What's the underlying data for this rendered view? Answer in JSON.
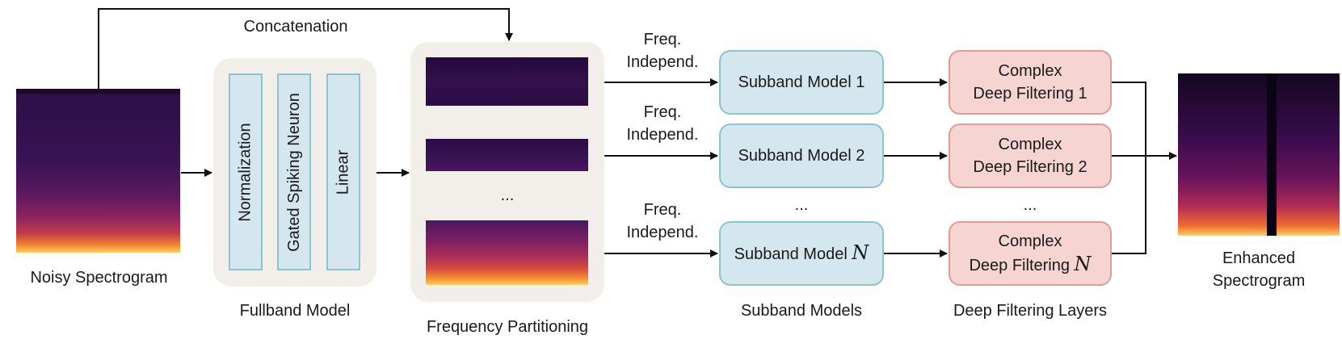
{
  "labels": {
    "concatenation": "Concatenation",
    "noisy": "Noisy Spectrogram",
    "fullband": "Fullband Model",
    "freq_partition": "Frequency Partitioning",
    "subband_models": "Subband Models",
    "deep_filtering_layers": "Deep Filtering Layers",
    "enhanced_1": "Enhanced",
    "enhanced_2": "Spectrogram",
    "freq_1": "Freq.",
    "freq_2": "Independ.",
    "ellipsis": "..."
  },
  "fullband_layers": [
    "Normalization",
    "Gated Spiking Neuron",
    "Linear"
  ],
  "subbands": [
    {
      "text": "Subband Model 1",
      "var": ""
    },
    {
      "text": "Subband Model 2",
      "var": ""
    },
    {
      "text": "Subband Model ",
      "var": "N"
    }
  ],
  "filters": [
    {
      "line1": "Complex",
      "line2": "Deep Filtering 1",
      "var": ""
    },
    {
      "line1": "Complex",
      "line2": "Deep Filtering 2",
      "var": ""
    },
    {
      "line1": "Complex",
      "line2": "Deep Filtering ",
      "var": "N"
    }
  ],
  "colors": {
    "blue_fill": "#d4e6ee",
    "blue_border": "#8dc2d0",
    "pink_fill": "#f5d4d2",
    "pink_border": "#dc9c98",
    "panel": "#f2efea"
  }
}
